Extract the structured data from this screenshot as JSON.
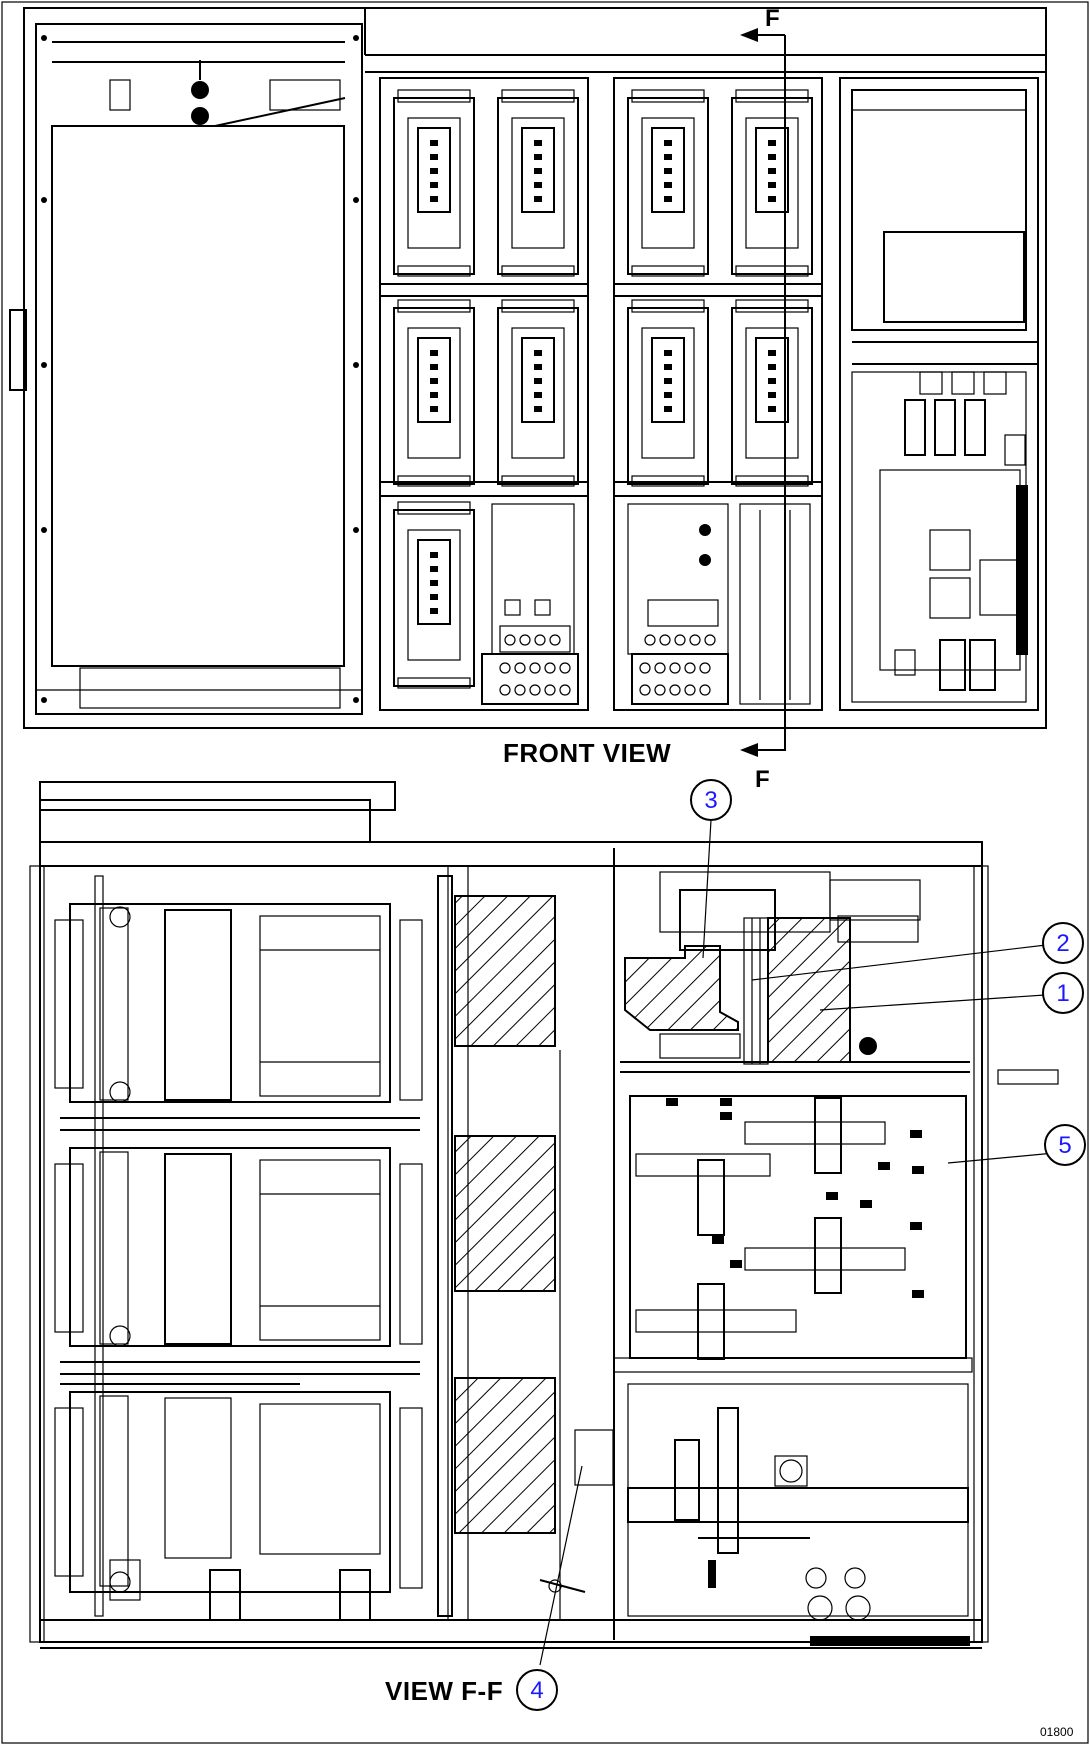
{
  "labels": {
    "front_view": "FRONT VIEW",
    "section_view": "VIEW F-F",
    "section_top": "F",
    "section_bottom": "F",
    "ref_code": "01800"
  },
  "callouts": [
    "1",
    "2",
    "3",
    "4",
    "5"
  ],
  "colors": {
    "line": "#000000",
    "callout_text": "#1a1aff",
    "background": "#ffffff"
  }
}
